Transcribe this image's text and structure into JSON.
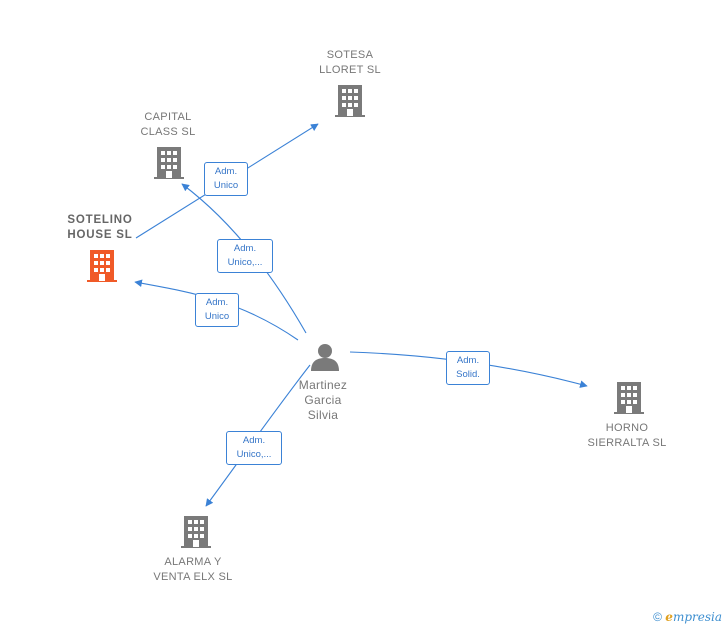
{
  "colors": {
    "edge": "#3b82d6",
    "company": "#7a7a7a",
    "main_company": "#f05a28",
    "person": "#7a7a7a",
    "brand_c": "#e0a020",
    "brand": "#3e8fd0"
  },
  "nodes": {
    "sotesa": {
      "line1": "SOTESA",
      "line2": "LLORET  SL",
      "icon": "building-icon"
    },
    "capital": {
      "line1": "CAPITAL",
      "line2": "CLASS SL",
      "icon": "building-icon"
    },
    "sotelino": {
      "line1": "SOTELINO",
      "line2": "HOUSE  SL",
      "icon": "building-icon"
    },
    "person": {
      "line1": "Martinez",
      "line2": "Garcia",
      "line3": "Silvia",
      "icon": "person-icon"
    },
    "horno": {
      "line1": "HORNO",
      "line2": "SIERRALTA SL",
      "icon": "building-icon"
    },
    "alarma": {
      "line1": "ALARMA Y",
      "line2": "VENTA ELX  SL",
      "icon": "building-icon"
    }
  },
  "edges": {
    "sotelino_sotesa": {
      "line1": "Adm.",
      "line2": "Unico"
    },
    "person_capital": {
      "line1": "Adm.",
      "line2": "Unico,..."
    },
    "person_sotelino": {
      "line1": "Adm.",
      "line2": "Unico"
    },
    "person_horno": {
      "line1": "Adm.",
      "line2": "Solid."
    },
    "person_alarma": {
      "line1": "Adm.",
      "line2": "Unico,..."
    }
  },
  "brand": {
    "symbol": "©",
    "c": "e",
    "rest": "mpresia"
  }
}
